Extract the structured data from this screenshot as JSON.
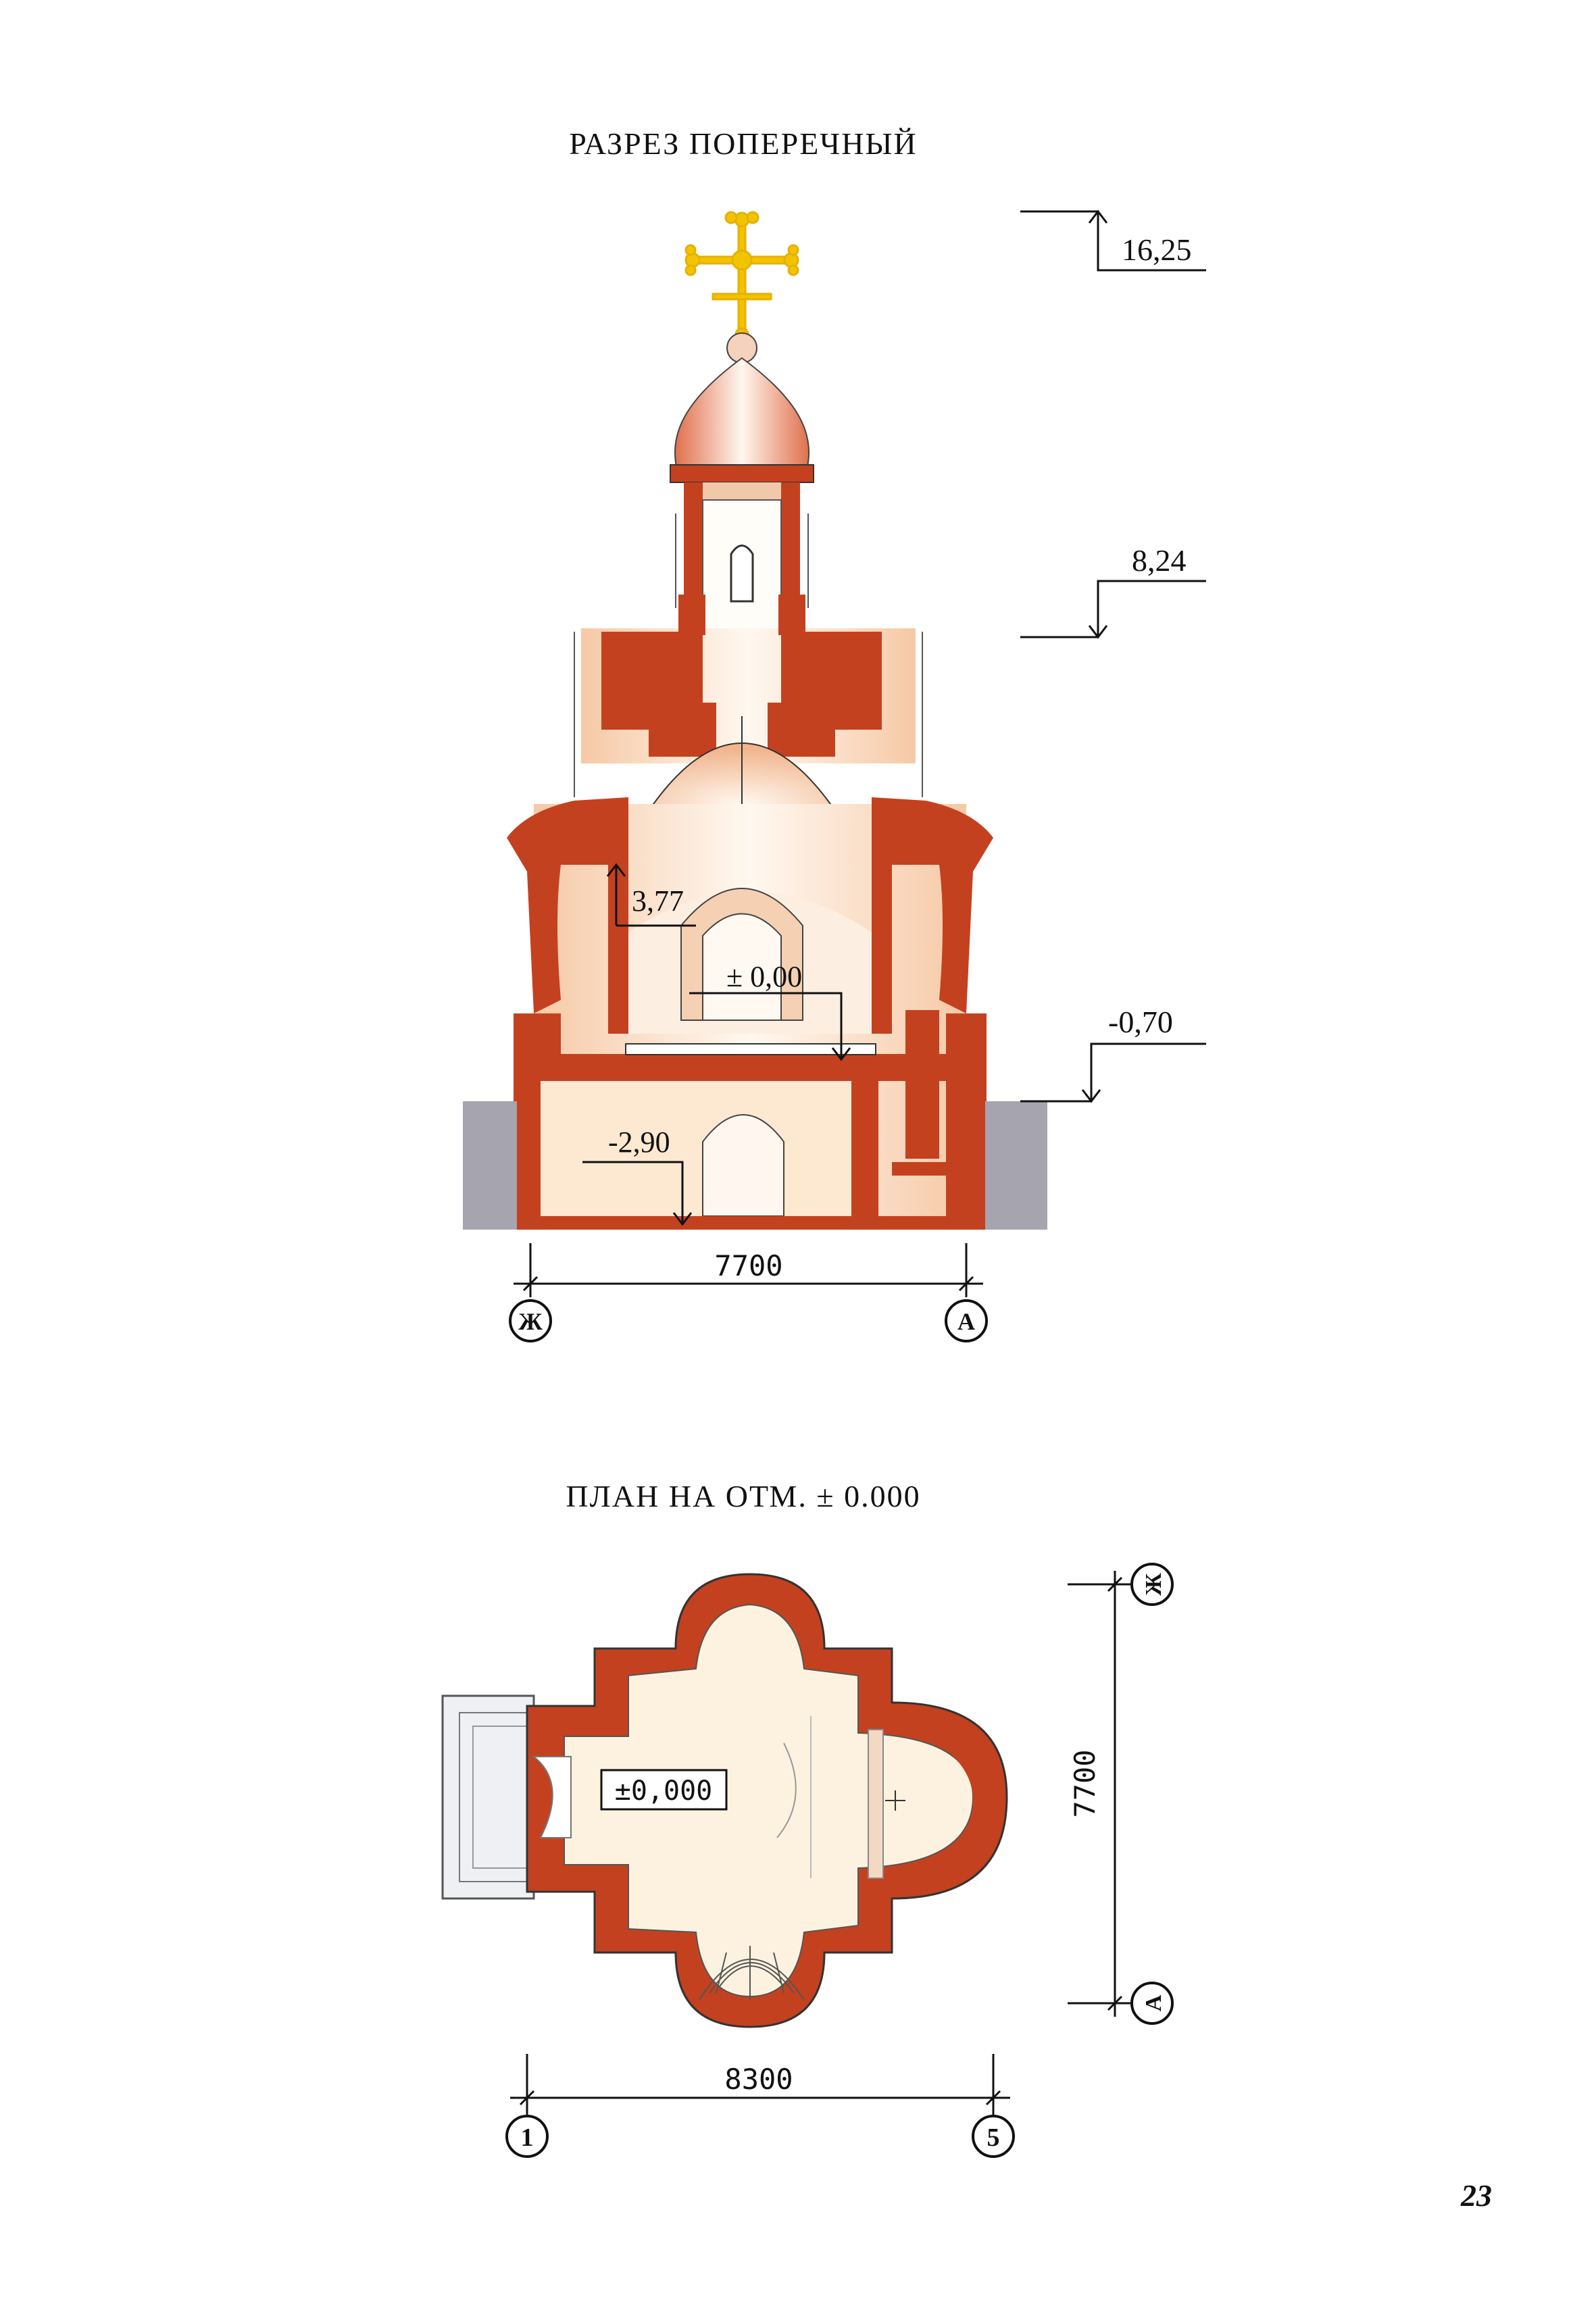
{
  "section": {
    "title": "РАЗРЕЗ ПОПЕРЕЧНЫЙ",
    "elevations": {
      "top": "16,25",
      "drum": "8,24",
      "vault": "3,77",
      "floor": "± 0,00",
      "ground": "-0,70",
      "basement": "-2,90"
    },
    "dimension": "7700",
    "axis_left": "Ж",
    "axis_right": "А"
  },
  "plan": {
    "title": "ПЛАН НА ОТМ. ± 0.000",
    "elevation_mark": "±0,000",
    "dim_horizontal": "8300",
    "dim_vertical": "7700",
    "axis_left": "1",
    "axis_right": "5",
    "axis_top": "Ж",
    "axis_bottom": "А"
  },
  "page_number": "23",
  "colors": {
    "wall": "#c4411f",
    "interior": "#fbeee0",
    "ground": "#a6a4ae",
    "gold": "#f2c400"
  }
}
